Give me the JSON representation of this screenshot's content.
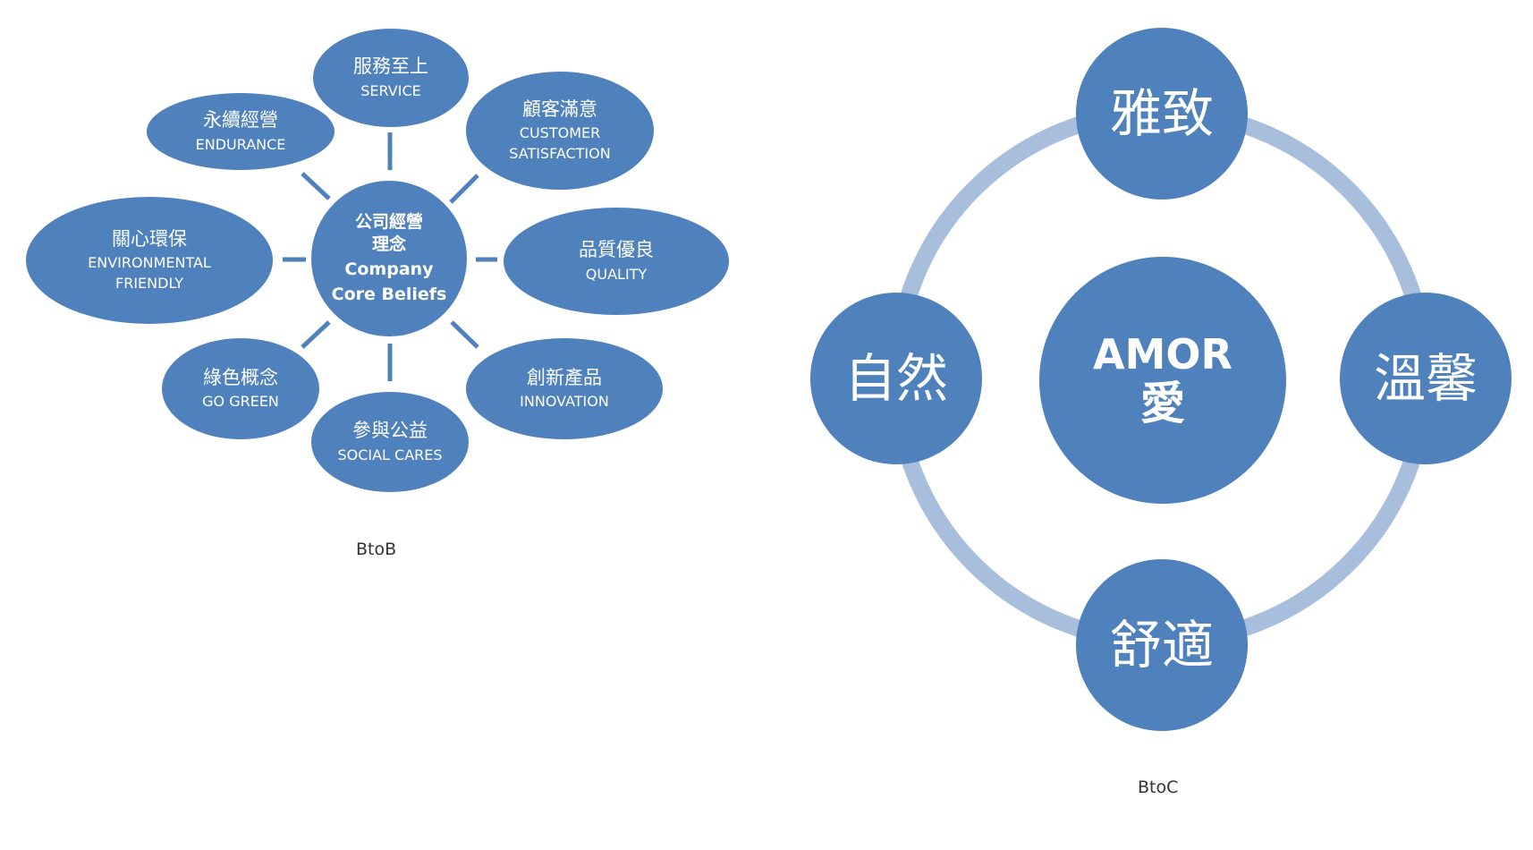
{
  "btob": {
    "caption": "BtoB",
    "core": {
      "zh_line1": "公司經營",
      "zh_line2": "理念",
      "en_line1": "Company",
      "en_line2": "Core Beliefs"
    },
    "nodes": {
      "service": {
        "zh": "服務至上",
        "en1": "SERVICE"
      },
      "customer": {
        "zh": "顧客滿意",
        "en1": "CUSTOMER",
        "en2": "SATISFACTION"
      },
      "quality": {
        "zh": "品質優良",
        "en1": "QUALITY"
      },
      "innovation": {
        "zh": "創新產品",
        "en1": "INNOVATION"
      },
      "social": {
        "zh": "參與公益",
        "en1": "SOCIAL CARES"
      },
      "green": {
        "zh": "綠色概念",
        "en1": "GO GREEN"
      },
      "environmental": {
        "zh": "關心環保",
        "en1": "ENVIRONMENTAL",
        "en2": "FRIENDLY"
      },
      "endurance": {
        "zh": "永續經營",
        "en1": "ENDURANCE"
      }
    }
  },
  "btoc": {
    "caption": "BtoC",
    "center": {
      "en": "AMOR",
      "zh": "愛"
    },
    "top": "雅致",
    "right": "溫馨",
    "bottom": "舒適",
    "left": "自然"
  },
  "colors": {
    "node": "#4f81bd",
    "ring": "#a7bfdd",
    "text": "#ffffff",
    "caption": "#333333"
  }
}
